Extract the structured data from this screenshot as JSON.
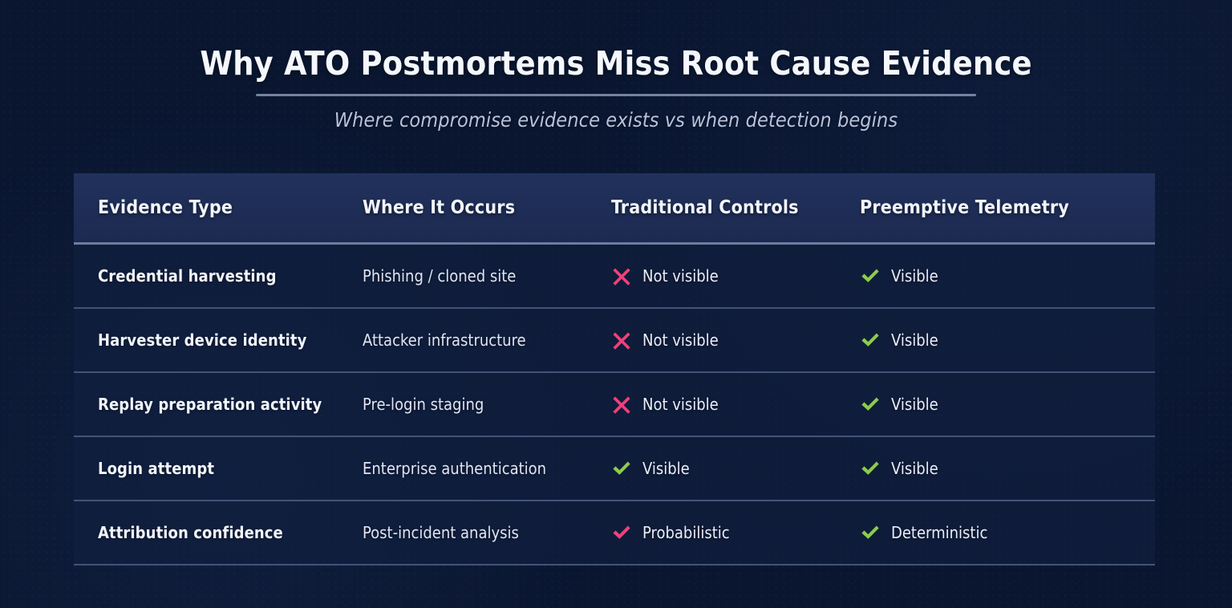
{
  "header": {
    "title": "Why ATO Postmortems Miss Root Cause Evidence",
    "subtitle": "Where compromise evidence exists vs when detection begins"
  },
  "colors": {
    "background": "#0a1630",
    "header_row": "#21315c",
    "row_background": "#112040",
    "row_divider": "#44527a",
    "title_text": "#f4f7fc",
    "subtitle_text": "#b9c2da",
    "positive": "#8dcc4a",
    "negative": "#f0407a"
  },
  "table": {
    "columns": [
      "Evidence Type",
      "Where It Occurs",
      "Traditional Controls",
      "Preemptive Telemetry"
    ],
    "rows": [
      {
        "evidence_type": "Credential harvesting",
        "where_it_occurs": "Phishing / cloned site",
        "traditional_controls": {
          "icon": "cross-icon",
          "label": "Not visible",
          "state": "negative"
        },
        "preemptive_telemetry": {
          "icon": "check-icon",
          "label": "Visible",
          "state": "positive"
        }
      },
      {
        "evidence_type": "Harvester device identity",
        "where_it_occurs": "Attacker infrastructure",
        "traditional_controls": {
          "icon": "cross-icon",
          "label": "Not visible",
          "state": "negative"
        },
        "preemptive_telemetry": {
          "icon": "check-icon",
          "label": "Visible",
          "state": "positive"
        }
      },
      {
        "evidence_type": "Replay preparation activity",
        "where_it_occurs": "Pre-login staging",
        "traditional_controls": {
          "icon": "cross-icon",
          "label": "Not visible",
          "state": "negative"
        },
        "preemptive_telemetry": {
          "icon": "check-icon",
          "label": "Visible",
          "state": "positive"
        }
      },
      {
        "evidence_type": "Login attempt",
        "where_it_occurs": "Enterprise authentication",
        "traditional_controls": {
          "icon": "check-icon",
          "label": "Visible",
          "state": "positive"
        },
        "preemptive_telemetry": {
          "icon": "check-icon",
          "label": "Visible",
          "state": "positive"
        }
      },
      {
        "evidence_type": "Attribution confidence",
        "where_it_occurs": "Post-incident analysis",
        "traditional_controls": {
          "icon": "check-icon",
          "label": "Probabilistic",
          "state": "negative"
        },
        "preemptive_telemetry": {
          "icon": "check-icon",
          "label": "Deterministic",
          "state": "positive"
        }
      }
    ]
  }
}
